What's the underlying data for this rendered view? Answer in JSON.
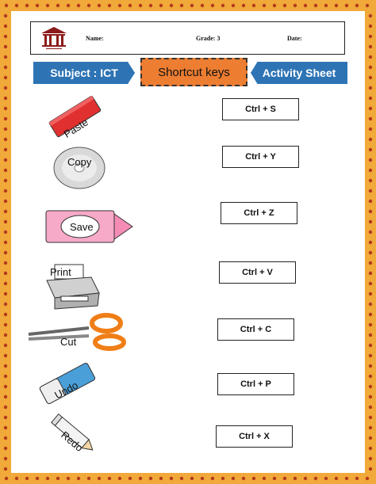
{
  "header": {
    "name_label": "Name:",
    "grade_label": "Grade: 3",
    "date_label": "Date:"
  },
  "banners": {
    "subject": "Subject : ICT",
    "title": "Shortcut keys",
    "sheet": "Activity Sheet"
  },
  "pictures": [
    {
      "icon": "eraser-icon",
      "label": "Paste"
    },
    {
      "icon": "cd-icon",
      "label": "Copy"
    },
    {
      "icon": "crayon-icon",
      "label": "Save"
    },
    {
      "icon": "printer-icon",
      "label": "Print"
    },
    {
      "icon": "scissors-icon",
      "label": "Cut"
    },
    {
      "icon": "eraser-icon",
      "label": "Undo"
    },
    {
      "icon": "pencil-icon",
      "label": "Redo"
    }
  ],
  "shortcuts": [
    "Ctrl + S",
    "Ctrl + Y",
    "Ctrl + Z",
    "Ctrl + V",
    "Ctrl + C",
    "Ctrl + P",
    "Ctrl + X"
  ],
  "colors": {
    "border": "#f1a93a",
    "banner": "#2e74b5",
    "title": "#ed7d31"
  }
}
